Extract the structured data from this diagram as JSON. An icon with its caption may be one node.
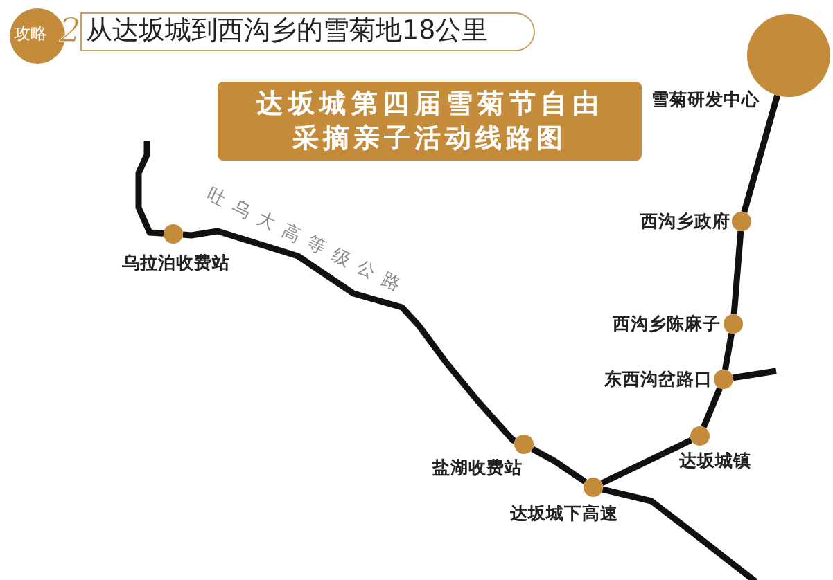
{
  "diagram": {
    "title": "从达坂城到西沟乡的雪菊地18公里",
    "nodes": [
      {
        "text": [
          "达坂城第四届雪菊节自由采摘亲子活动线路图"
        ]
      },
      {
        "text": [],
        "shape": "circle",
        "beside": [
          "雪菊研发中心"
        ]
      },
      {
        "text": [],
        "shape": "circle",
        "beside": [
          "西沟乡政府"
        ]
      },
      {
        "text": [],
        "shape": "circle",
        "beside": [
          "西沟乡陈麻子"
        ]
      },
      {
        "text": [],
        "shape": "circle",
        "beside": [
          "东西沟岔路口"
        ]
      },
      {
        "text": [],
        "shape": "circle",
        "beside": [
          "达坂城镇"
        ]
      },
      {
        "text": [],
        "shape": "circle",
        "beside": [
          "达坂城下高速"
        ]
      },
      {
        "text": [],
        "shape": "circle",
        "beside": [
          "盐湖收费站"
        ]
      },
      {
        "text": [],
        "shape": "circle",
        "beside": [
          "乌拉泊收费站"
        ]
      }
    ],
    "edges": [
      {
        "from": 1,
        "to": 2,
        "arrow": "none"
      },
      {
        "from": 2,
        "to": 3,
        "arrow": "none"
      },
      {
        "from": 3,
        "to": 4,
        "arrow": "none"
      },
      {
        "from": 4,
        "to": 5,
        "arrow": "none"
      },
      {
        "from": 5,
        "to": 6,
        "arrow": "none"
      },
      {
        "from": 6,
        "to": 7,
        "arrow": "none"
      },
      {
        "from": 7,
        "to": 8,
        "arrow": "none",
        "label": "吐乌大高等级公路"
      },
      {
        "from": 8,
        "to": null,
        "arrow": "none"
      },
      {
        "from": 4,
        "to": null,
        "arrow": "none"
      },
      {
        "from": 6,
        "to": null,
        "arrow": "none"
      }
    ],
    "labels": [
      "攻略",
      "2"
    ]
  }
}
